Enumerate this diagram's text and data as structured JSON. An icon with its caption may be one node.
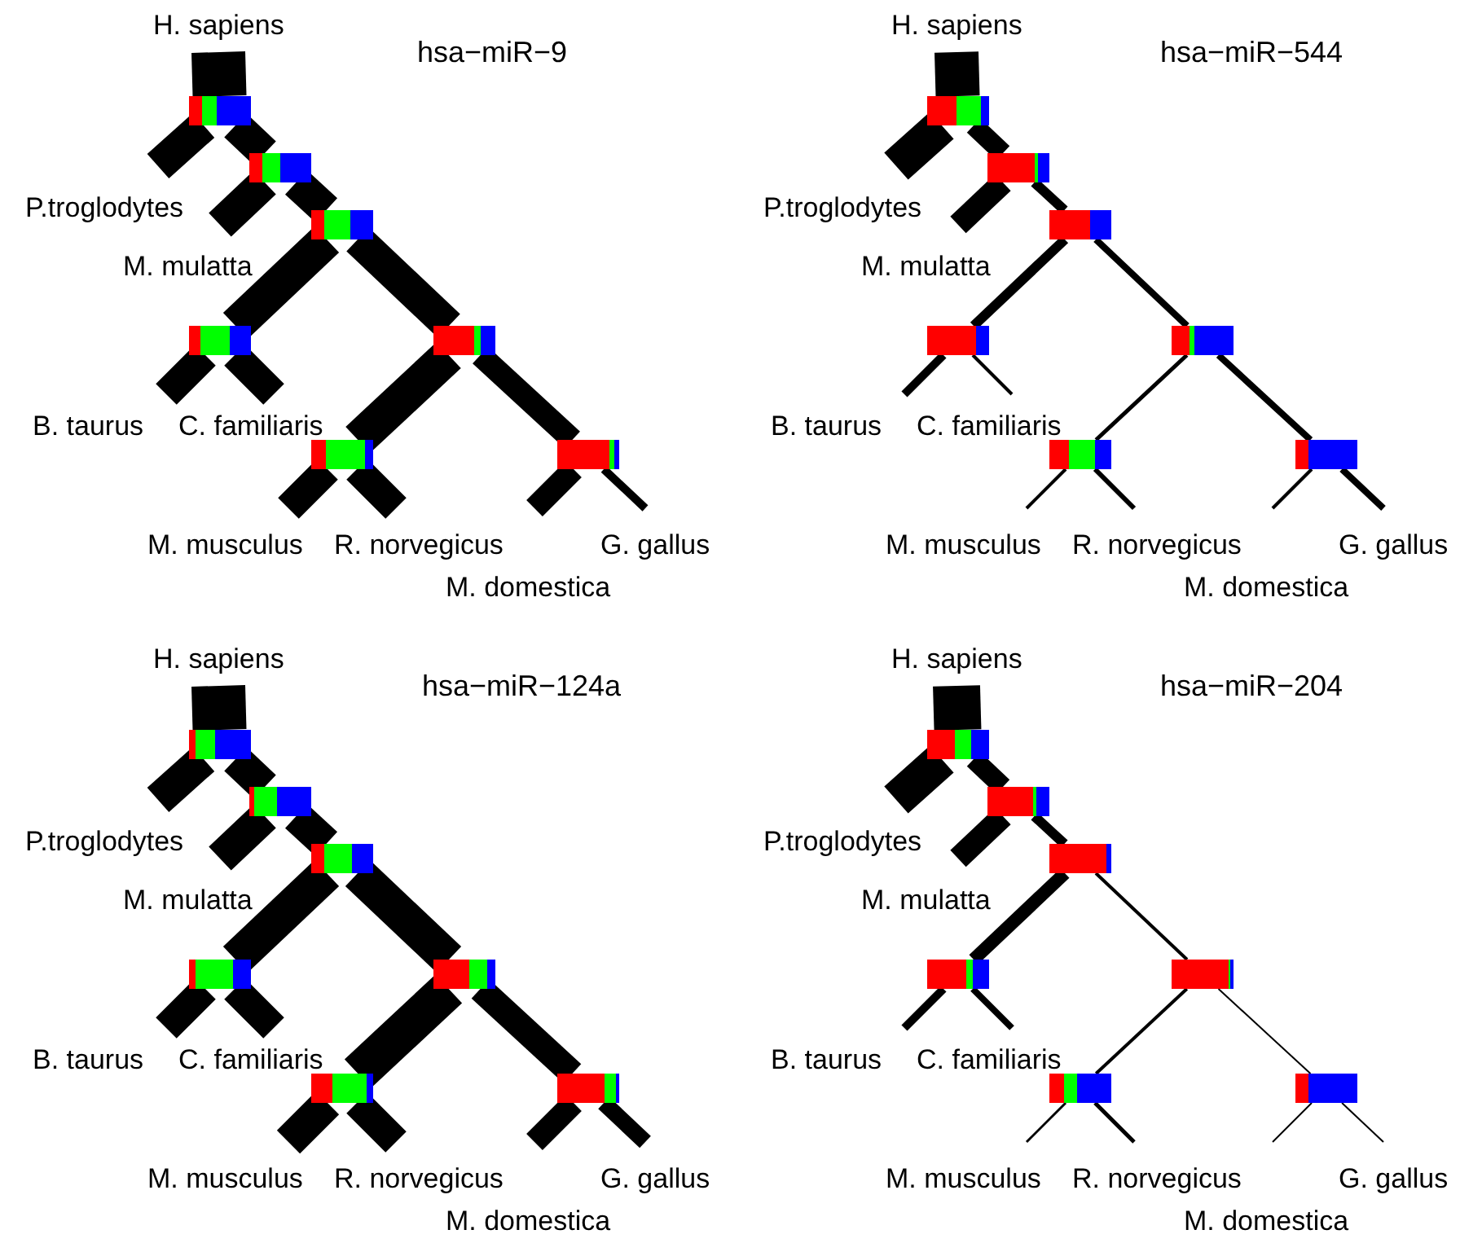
{
  "diagram": {
    "nodes": [
      {
        "text": [
          "H. sapiens"
        ]
      },
      {
        "text": [],
        "shape": "bar"
      },
      {
        "text": [
          "P.troglodytes"
        ]
      },
      {
        "text": [],
        "shape": "bar"
      },
      {
        "text": [
          "M. mulatta"
        ]
      },
      {
        "text": [],
        "shape": "bar"
      },
      {
        "text": [],
        "shape": "bar"
      },
      {
        "text": [],
        "shape": "bar"
      },
      {
        "text": [
          "B. taurus"
        ]
      },
      {
        "text": [
          "C. familiaris"
        ]
      },
      {
        "text": [],
        "shape": "bar"
      },
      {
        "text": [],
        "shape": "bar"
      },
      {
        "text": [
          "M. musculus"
        ]
      },
      {
        "text": [
          "R. norvegicus"
        ]
      },
      {
        "text": [
          "G. gallus"
        ]
      },
      {
        "text": [
          "M. domestica"
        ]
      },
      {
        "text": [
          "H. sapiens"
        ]
      },
      {
        "text": [],
        "shape": "bar"
      },
      {
        "text": [
          "P.troglodytes"
        ]
      },
      {
        "text": [],
        "shape": "bar"
      },
      {
        "text": [
          "M. mulatta"
        ]
      },
      {
        "text": [],
        "shape": "bar"
      },
      {
        "text": [],
        "shape": "bar"
      },
      {
        "text": [],
        "shape": "bar"
      },
      {
        "text": [
          "B. taurus"
        ]
      },
      {
        "text": [
          "C. familiaris"
        ]
      },
      {
        "text": [],
        "shape": "bar"
      },
      {
        "text": [],
        "shape": "bar"
      },
      {
        "text": [
          "M. musculus"
        ]
      },
      {
        "text": [
          "R. norvegicus"
        ]
      },
      {
        "text": [
          "G. gallus"
        ]
      },
      {
        "text": [
          "M. domestica"
        ]
      },
      {
        "text": [
          "H. sapiens"
        ]
      },
      {
        "text": [],
        "shape": "bar"
      },
      {
        "text": [
          "P.troglodytes"
        ]
      },
      {
        "text": [],
        "shape": "bar"
      },
      {
        "text": [
          "M. mulatta"
        ]
      },
      {
        "text": [],
        "shape": "bar"
      },
      {
        "text": [],
        "shape": "bar"
      },
      {
        "text": [],
        "shape": "bar"
      },
      {
        "text": [
          "B. taurus"
        ]
      },
      {
        "text": [
          "C. familiaris"
        ]
      },
      {
        "text": [],
        "shape": "bar"
      },
      {
        "text": [],
        "shape": "bar"
      },
      {
        "text": [
          "M. musculus"
        ]
      },
      {
        "text": [
          "R. norvegicus"
        ]
      },
      {
        "text": [
          "G. gallus"
        ]
      },
      {
        "text": [
          "M. domestica"
        ]
      },
      {
        "text": [
          "H. sapiens"
        ]
      },
      {
        "text": [],
        "shape": "bar"
      },
      {
        "text": [
          "P.troglodytes"
        ]
      },
      {
        "text": [],
        "shape": "bar"
      },
      {
        "text": [
          "M. mulatta"
        ]
      },
      {
        "text": [],
        "shape": "bar"
      },
      {
        "text": [],
        "shape": "bar"
      },
      {
        "text": [],
        "shape": "bar"
      },
      {
        "text": [
          "B. taurus"
        ]
      },
      {
        "text": [
          "C. familiaris"
        ]
      },
      {
        "text": [],
        "shape": "bar"
      },
      {
        "text": [],
        "shape": "bar"
      },
      {
        "text": [
          "M. musculus"
        ]
      },
      {
        "text": [
          "R. norvegicus"
        ]
      },
      {
        "text": [
          "G. gallus"
        ]
      },
      {
        "text": [
          "M. domestica"
        ]
      }
    ],
    "edges": [
      {
        "from": 1,
        "to": 0,
        "arrow": "none",
        "style": "thick"
      },
      {
        "from": 1,
        "to": 2,
        "arrow": "none"
      },
      {
        "from": 1,
        "to": 3,
        "arrow": "none"
      },
      {
        "from": 3,
        "to": 4,
        "arrow": "none"
      },
      {
        "from": 3,
        "to": 5,
        "arrow": "none"
      },
      {
        "from": 5,
        "to": 6,
        "arrow": "none"
      },
      {
        "from": 5,
        "to": 7,
        "arrow": "none"
      },
      {
        "from": 6,
        "to": 8,
        "arrow": "none"
      },
      {
        "from": 6,
        "to": 9,
        "arrow": "none"
      },
      {
        "from": 7,
        "to": 10,
        "arrow": "none"
      },
      {
        "from": 7,
        "to": 11,
        "arrow": "none"
      },
      {
        "from": 10,
        "to": 12,
        "arrow": "none"
      },
      {
        "from": 10,
        "to": 13,
        "arrow": "none"
      },
      {
        "from": 11,
        "to": null,
        "arrow": "none"
      },
      {
        "from": 11,
        "to": 14,
        "arrow": "none"
      },
      {
        "from": 17,
        "to": 16,
        "arrow": "none",
        "style": "thick"
      },
      {
        "from": 17,
        "to": 18,
        "arrow": "none"
      },
      {
        "from": 17,
        "to": 19,
        "arrow": "none"
      },
      {
        "from": 19,
        "to": 20,
        "arrow": "none"
      },
      {
        "from": 19,
        "to": 21,
        "arrow": "none"
      },
      {
        "from": 21,
        "to": 22,
        "arrow": "none"
      },
      {
        "from": 21,
        "to": 23,
        "arrow": "none"
      },
      {
        "from": 22,
        "to": 24,
        "arrow": "none"
      },
      {
        "from": 22,
        "to": 25,
        "arrow": "none"
      },
      {
        "from": 23,
        "to": 26,
        "arrow": "none"
      },
      {
        "from": 23,
        "to": 27,
        "arrow": "none"
      },
      {
        "from": 26,
        "to": 28,
        "arrow": "none"
      },
      {
        "from": 26,
        "to": 29,
        "arrow": "none"
      },
      {
        "from": 27,
        "to": null,
        "arrow": "none"
      },
      {
        "from": 27,
        "to": 30,
        "arrow": "none"
      },
      {
        "from": 33,
        "to": 32,
        "arrow": "none",
        "style": "thick"
      },
      {
        "from": 33,
        "to": 34,
        "arrow": "none"
      },
      {
        "from": 33,
        "to": 35,
        "arrow": "none"
      },
      {
        "from": 35,
        "to": 36,
        "arrow": "none"
      },
      {
        "from": 35,
        "to": 37,
        "arrow": "none"
      },
      {
        "from": 37,
        "to": 38,
        "arrow": "none"
      },
      {
        "from": 37,
        "to": 39,
        "arrow": "none"
      },
      {
        "from": 38,
        "to": 40,
        "arrow": "none"
      },
      {
        "from": 38,
        "to": 41,
        "arrow": "none"
      },
      {
        "from": 39,
        "to": 42,
        "arrow": "none"
      },
      {
        "from": 39,
        "to": 43,
        "arrow": "none"
      },
      {
        "from": 42,
        "to": 44,
        "arrow": "none"
      },
      {
        "from": 42,
        "to": 45,
        "arrow": "none"
      },
      {
        "from": 43,
        "to": null,
        "arrow": "none"
      },
      {
        "from": 43,
        "to": 46,
        "arrow": "none"
      },
      {
        "from": 49,
        "to": 48,
        "arrow": "none",
        "style": "thick"
      },
      {
        "from": 49,
        "to": 50,
        "arrow": "none"
      },
      {
        "from": 49,
        "to": 51,
        "arrow": "none"
      },
      {
        "from": 51,
        "to": 52,
        "arrow": "none"
      },
      {
        "from": 51,
        "to": 53,
        "arrow": "none"
      },
      {
        "from": 53,
        "to": 54,
        "arrow": "none"
      },
      {
        "from": 53,
        "to": 55,
        "arrow": "none"
      },
      {
        "from": 54,
        "to": 56,
        "arrow": "none"
      },
      {
        "from": 54,
        "to": 57,
        "arrow": "none"
      },
      {
        "from": 55,
        "to": 58,
        "arrow": "none"
      },
      {
        "from": 55,
        "to": 59,
        "arrow": "none"
      },
      {
        "from": 58,
        "to": 60,
        "arrow": "none"
      },
      {
        "from": 58,
        "to": 61,
        "arrow": "none"
      },
      {
        "from": 59,
        "to": null,
        "arrow": "none"
      },
      {
        "from": 59,
        "to": 62,
        "arrow": "none"
      }
    ],
    "labels": [
      "hsa−miR−9",
      "hsa−miR−544",
      "hsa−miR−124a",
      "hsa−miR−204"
    ]
  }
}
